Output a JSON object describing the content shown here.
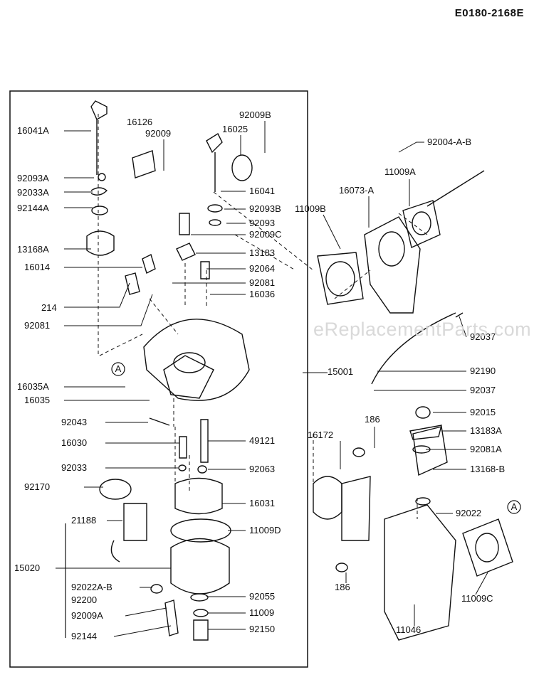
{
  "diagram_code": "E0180-2168E",
  "watermark": "eReplacementParts.com",
  "callouts": [
    "A",
    "A"
  ],
  "part_labels": [
    "16041A",
    "16126",
    "92009",
    "92009B",
    "16025",
    "92004-A-B",
    "92093A",
    "92033A",
    "92144A",
    "16041",
    "11009A",
    "16073-A",
    "92093B",
    "11009B",
    "92093",
    "92009C",
    "13168A",
    "13183",
    "16014",
    "92064",
    "92081",
    "214",
    "16036",
    "92081",
    "92037",
    "16035A",
    "15001",
    "92190",
    "16035",
    "92037",
    "92043",
    "186",
    "92015",
    "16030",
    "49121",
    "16172",
    "13183A",
    "92081A",
    "92033",
    "92063",
    "13168-B",
    "92170",
    "16031",
    "21188",
    "11009D",
    "92022",
    "15020",
    "92022A-B",
    "92200",
    "92055",
    "92009A",
    "11009",
    "92144",
    "92150",
    "186",
    "11009C",
    "11046"
  ]
}
